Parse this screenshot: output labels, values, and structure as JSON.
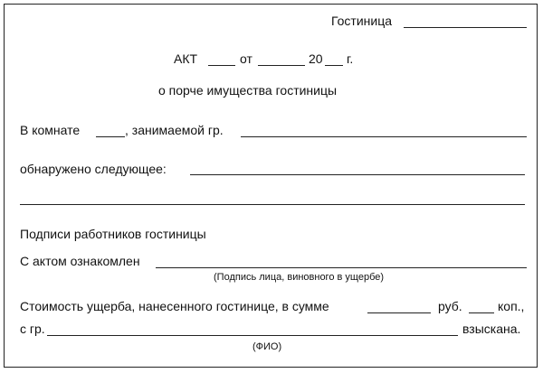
{
  "header": {
    "hotel_label": "Гостиница"
  },
  "act_line": {
    "act_label": "АКТ",
    "from_label": "от",
    "year_prefix": "20",
    "year_suffix": "г."
  },
  "subtitle": "о порче имущества гостиницы",
  "room_line": {
    "room_label": "В комнате",
    "occupied_label": ", занимаемой гр."
  },
  "found_line": {
    "found_label": "обнаружено  следующее:"
  },
  "signatures": {
    "staff_label": "Подписи работников гостиницы",
    "acquainted_label": "С актом  ознакомлен",
    "culprit_caption": "(Подпись лица, виновного в ущербе)"
  },
  "cost_line": {
    "cost_label": "Стоимость ущерба, нанесенного гостинице, в сумме",
    "rub_label": "руб.",
    "kop_label": "коп.,"
  },
  "collect_line": {
    "from_person_label": "с гр.",
    "collected_label": "взыскана.",
    "fio_caption": "(ФИО)"
  }
}
